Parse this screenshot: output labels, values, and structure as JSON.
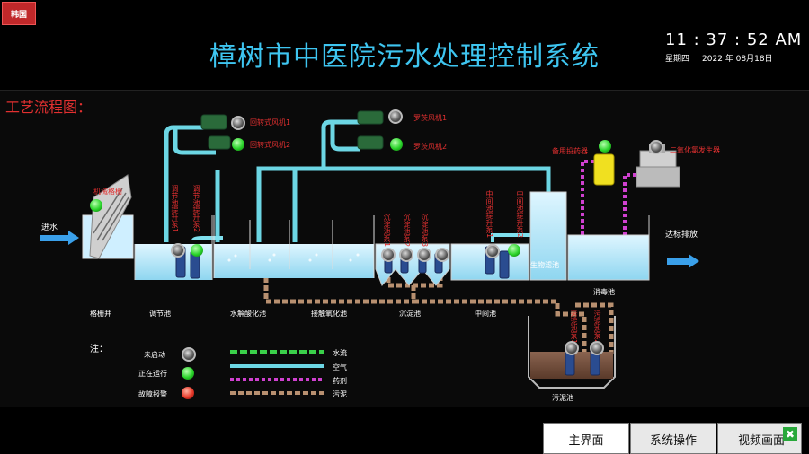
{
  "header": {
    "logo_text": "韩国",
    "title": "樟树市中医院污水处理控制系统",
    "time": "11 : 37 : 52  AM",
    "weekday": "星期四",
    "date": "2022 年 08月18日"
  },
  "section_title": "工艺流程图：",
  "equipment": {
    "blower1": "回转式风机1",
    "blower2": "回转式风机2",
    "roots1": "罗茨风机1",
    "roots2": "罗茨风机2",
    "screen": "机械格栅",
    "dosing": "备用投药器",
    "chlorine": "二氧化氯发生器",
    "reg_pump1": "调节池提升泵1",
    "reg_pump2": "调节池提升泵2",
    "sed_pump1": "沉淀池泵1",
    "sed_pump2": "沉淀池泵2",
    "sed_pump3": "沉淀池泵3",
    "mid_pump1": "中间池提升泵1",
    "mid_pump2": "中间池提升泵2",
    "sludge_pump1": "污泥池泵1",
    "sludge_pump2": "污泥池泵2"
  },
  "flow": {
    "inlet": "进水",
    "outlet": "达标排放"
  },
  "tanks": {
    "grid_well": "格栅井",
    "regulating": "调节池",
    "hydrolysis": "水解酸化池",
    "contact_oxidation": "接触氧化池",
    "sedimentation": "沉淀池",
    "intermediate": "中间池",
    "biofilter": "生物滤池",
    "disinfection": "消毒池",
    "sludge": "污泥池"
  },
  "legend": {
    "note": "注：",
    "not_started": "未启动",
    "running": "正在运行",
    "fault": "故障报警",
    "water": "水流",
    "air": "空气",
    "chemical": "药剂",
    "sludge": "污泥"
  },
  "footer": {
    "main_screen": "主界面",
    "system_ops": "系统操作",
    "video_screen": "视频画面"
  },
  "colors": {
    "title": "#3ec5f0",
    "water_pipe": "#7fe0ee",
    "air_pipe": "#6cd6e4",
    "chemical_pipe": "#d040d0",
    "sludge_pipe": "#b89070",
    "running": "#2ad42a",
    "fault": "#e83a2a",
    "idle": "#888888"
  }
}
